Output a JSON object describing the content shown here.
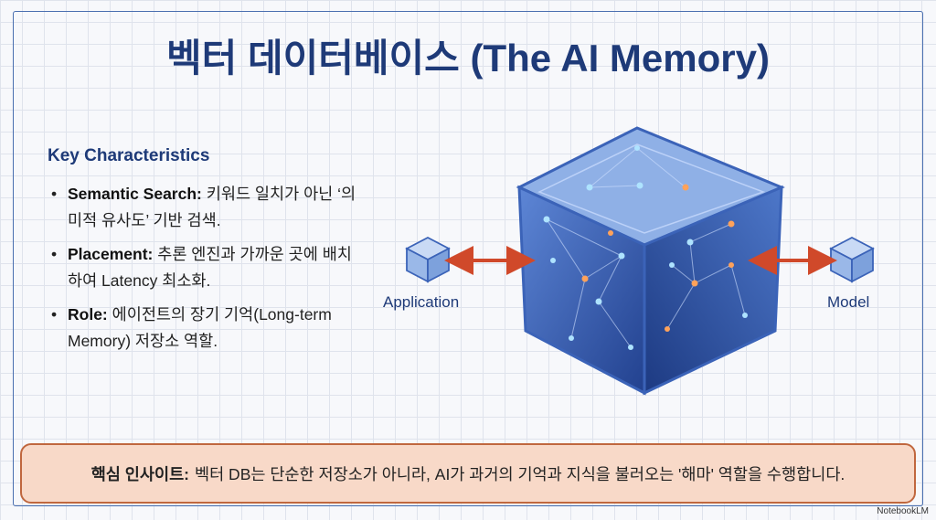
{
  "title": "벡터 데이터베이스 (The AI Memory)",
  "section_heading": "Key Characteristics",
  "bullets": [
    {
      "term": "Semantic Search:",
      "text": "키워드 일치가 아닌 ‘의미적 유사도’ 기반 검색."
    },
    {
      "term": "Placement:",
      "text": "추론 엔진과 가까운 곳에 배치하여 Latency 최소화."
    },
    {
      "term": "Role:",
      "text": "에이전트의 장기 기억(Long-term Memory) 저장소 역할."
    }
  ],
  "diagram": {
    "left_label": "Application",
    "right_label": "Model"
  },
  "insight": {
    "term": "핵심 인사이트:",
    "text": "벡터 DB는 단순한 저장소가 아니라, AI가 과거의 기억과 지식을 불러오는 '해마' 역할을 수행합니다."
  },
  "brand": "NotebookLM",
  "colors": {
    "title": "#1e3a78",
    "arrow": "#d0492a",
    "cube": "#3b63b8",
    "insight_bg": "#f8d9c8"
  }
}
